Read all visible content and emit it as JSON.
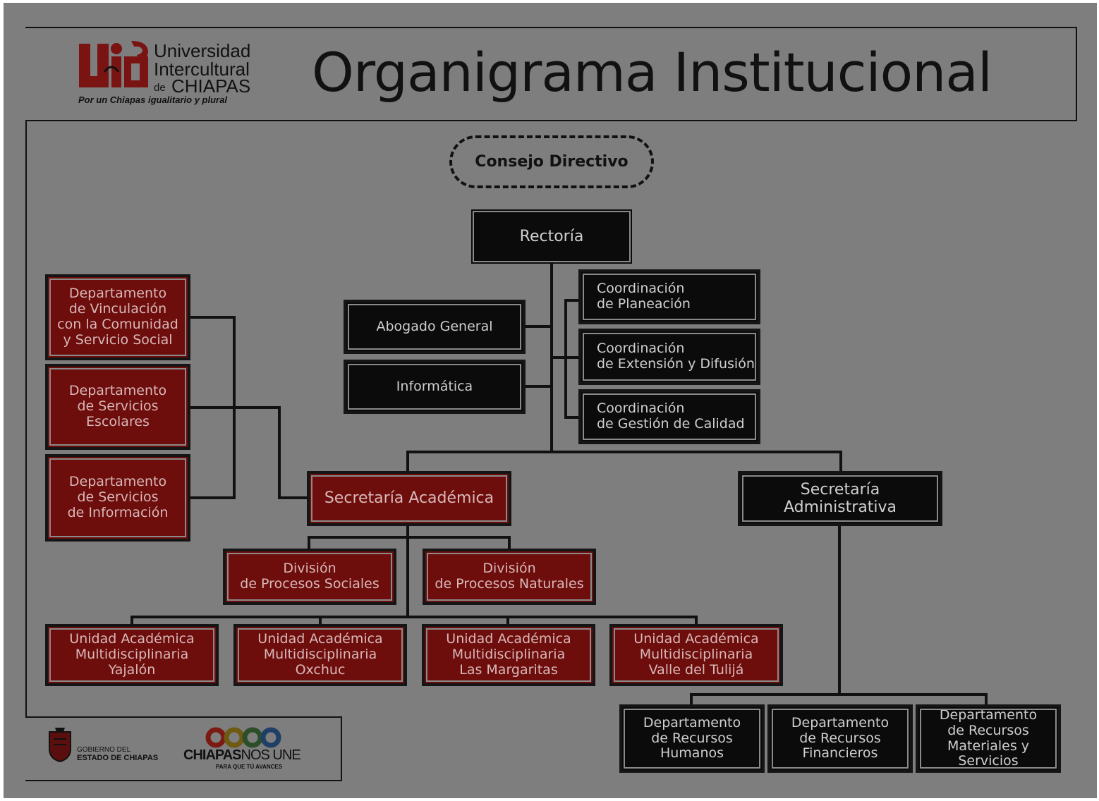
{
  "header": {
    "title": "Organigrama Institucional",
    "logo_line1": "Universidad",
    "logo_line2": "Intercultural",
    "logo_de": "de",
    "logo_line3": "CHIAPAS",
    "logo_slogan": "Por un Chiapas igualitario y plural"
  },
  "org": {
    "consejo": "Consejo Directivo",
    "rectoria": "Rectoría",
    "abogado": "Abogado General",
    "informatica": "Informática",
    "coord_planeacion": "Coordinación\nde Planeación",
    "coord_extension": "Coordinación\nde Extensión y Difusión",
    "coord_calidad": "Coordinación\nde Gestión de Calidad",
    "depto_vinculacion": "Departamento\nde Vinculación\ncon la Comunidad\ny Servicio Social",
    "depto_escolares": "Departamento\nde Servicios\nEscolares",
    "depto_informacion": "Departamento\nde Servicios\nde Información",
    "sec_academica": "Secretaría Académica",
    "sec_administrativa": "Secretaría Administrativa",
    "div_sociales": "División\nde Procesos Sociales",
    "div_naturales": "División\nde Procesos Naturales",
    "unidades": [
      "Unidad Académica\nMultidisciplinaria\nYajalón",
      "Unidad Académica\nMultidisciplinaria\nOxchuc",
      "Unidad Académica\nMultidisciplinaria\nLas Margaritas",
      "Unidad Académica\nMultidisciplinaria\nValle del Tulijá"
    ],
    "deptos_admin": [
      "Departamento\nde Recursos\nHumanos",
      "Departamento\nde Recursos\nFinancieros",
      "Departamento\nde Recursos\nMateriales y Servicios"
    ]
  },
  "footer": {
    "gob_line1": "GOBIERNO DEL",
    "gob_line2": "ESTADO DE CHIAPAS",
    "chiapas_brand": "CHIAPAS",
    "chiapas_nos_une": "NOS UNE",
    "chiapas_tagline": "PARA QUE TÚ AVANCES"
  },
  "colors": {
    "background": "#7e7e7e",
    "red_box": "#6d0d0c",
    "black_box": "#0b0b0b",
    "logo_red": "#7a1412"
  }
}
